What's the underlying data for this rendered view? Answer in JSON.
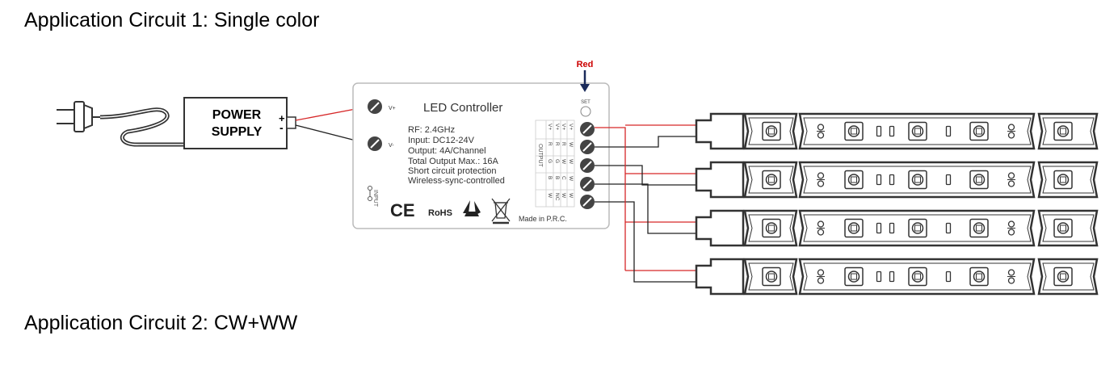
{
  "headings": {
    "circuit1": "Application Circuit 1: Single color",
    "circuit2": "Application Circuit 2: CW+WW"
  },
  "power_supply": {
    "line1": "POWER",
    "line2": "SUPPLY",
    "plus": "+",
    "minus": "-"
  },
  "controller": {
    "title": "LED Controller",
    "specs": [
      "RF: 2.4GHz",
      "Input: DC12-24V",
      "Output: 4A/Channel",
      "Total Output Max.: 16A",
      "Short circuit protection",
      "Wireless-sync-controlled"
    ],
    "vplus": "V+",
    "vminus": "V-",
    "input_label": "INPUT",
    "output_label": "OUTPUT",
    "set_label": "SET",
    "red_label": "Red",
    "ce": "CE",
    "rohs": "RoHS",
    "made_in": "Made in P.R.C.",
    "terminal_columns": [
      [
        "V+",
        "V+",
        "V+",
        "V+"
      ],
      [
        "W",
        "R",
        "R",
        "R"
      ],
      [
        "W",
        "W",
        "G",
        "G"
      ],
      [
        "W",
        "C",
        "B",
        "B"
      ],
      [
        "W",
        "W",
        "NC",
        "W"
      ]
    ]
  },
  "colors": {
    "positive_wire": "#d62728",
    "negative_wire": "#222222",
    "outline": "#333333",
    "panel_border": "#bbbbbb",
    "red_label": "#cc0000"
  },
  "icons": [
    "plug-icon",
    "recycle-icon",
    "weee-bin-icon",
    "dc-polarity-icon",
    "down-arrow-icon"
  ],
  "strip_count": 4
}
